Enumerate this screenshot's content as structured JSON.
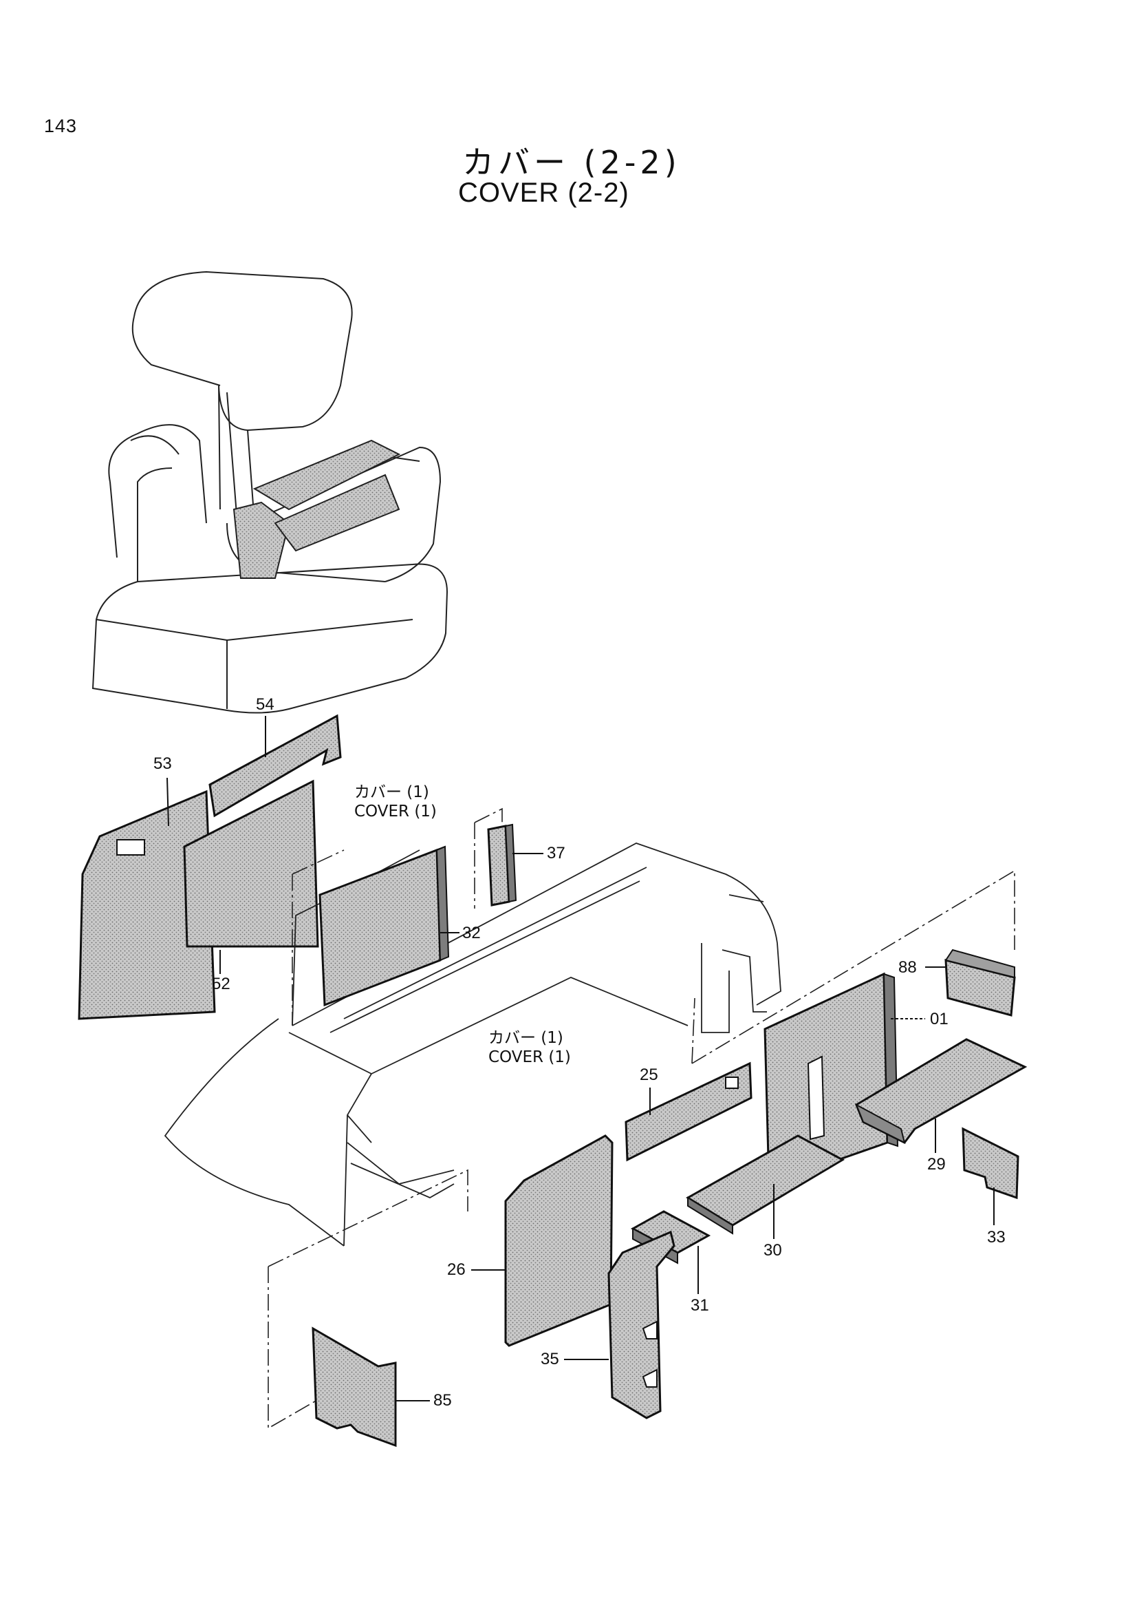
{
  "page": {
    "number": "143"
  },
  "title": {
    "japanese": "カバー (2-2)",
    "english": "COVER (2-2)"
  },
  "references": [
    {
      "japanese": "カバー (1)",
      "english": "COVER (1)"
    },
    {
      "japanese": "カバー (1)",
      "english": "COVER (1)"
    }
  ],
  "callouts": {
    "p54": "54",
    "p53": "53",
    "p52": "52",
    "p37": "37",
    "p32": "32",
    "p88": "88",
    "p01": "01",
    "p25": "25",
    "p29": "29",
    "p33": "33",
    "p30": "30",
    "p31": "31",
    "p26": "26",
    "p35": "35",
    "p85": "85"
  },
  "colors": {
    "line": "#1a1a1a",
    "fill": "#bdbdbd",
    "fill_dark": "#8f8f8f",
    "paper": "#ffffff"
  }
}
